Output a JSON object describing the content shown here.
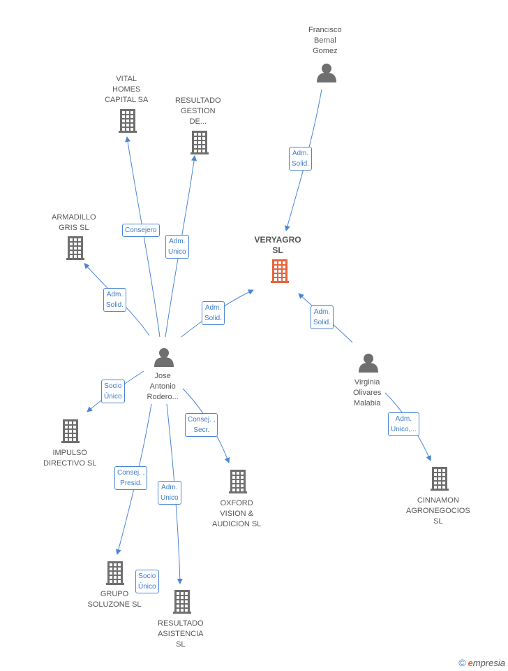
{
  "nodes": {
    "vital": {
      "lines": [
        "VITAL",
        "HOMES",
        "CAPITAL SA"
      ],
      "icon": "building-icon"
    },
    "resgestion": {
      "lines": [
        "RESULTADO",
        "GESTION",
        "DE..."
      ],
      "icon": "building-icon"
    },
    "francisco": {
      "lines": [
        "Francisco",
        "Bernal",
        "Gomez"
      ],
      "icon": "person-icon"
    },
    "armadillo": {
      "lines": [
        "ARMADILLO",
        "GRIS  SL"
      ],
      "icon": "building-icon"
    },
    "veryagro": {
      "lines": [
        "VERYAGRO",
        "SL"
      ],
      "icon": "building-icon"
    },
    "jose": {
      "lines": [
        "Jose",
        "Antonio",
        "Rodero..."
      ],
      "icon": "person-icon"
    },
    "virginia": {
      "lines": [
        "Virginia",
        "Olivares",
        "Malabia"
      ],
      "icon": "person-icon"
    },
    "impulso": {
      "lines": [
        "IMPULSO",
        "DIRECTIVO  SL"
      ],
      "icon": "building-icon"
    },
    "oxford": {
      "lines": [
        "OXFORD",
        "VISION &",
        "AUDICION SL"
      ],
      "icon": "building-icon"
    },
    "cinnamon": {
      "lines": [
        "CINNAMON",
        "AGRONEGOCIOS",
        "SL"
      ],
      "icon": "building-icon"
    },
    "soluzone": {
      "lines": [
        "GRUPO",
        "SOLUZONE  SL"
      ],
      "icon": "building-icon"
    },
    "resasistencia": {
      "lines": [
        "RESULTADO",
        "ASISTENCIA",
        "SL"
      ],
      "icon": "building-icon"
    }
  },
  "edges": {
    "francisco_veryagro": [
      "Adm.",
      "Solid."
    ],
    "jose_vital": [
      "Consejero"
    ],
    "jose_resgestion": [
      "Adm.",
      "Unico"
    ],
    "jose_armadillo": [
      "Adm.",
      "Solid."
    ],
    "jose_veryagro": [
      "Adm.",
      "Solid."
    ],
    "virginia_veryagro": [
      "Adm.",
      "Solid."
    ],
    "jose_impulso": [
      "Socio",
      "Único"
    ],
    "jose_oxford": [
      "Consej. ,",
      "Secr."
    ],
    "virginia_cinnamon": [
      "Adm.",
      "Unico,..."
    ],
    "jose_soluzone": [
      "Consej. ,",
      "Presid."
    ],
    "jose_resasistencia": [
      "Adm.",
      "Unico"
    ],
    "soluzone_resasistencia": [
      "Socio",
      "Único"
    ]
  },
  "colors": {
    "line": "#4a86d4",
    "building": "#6f6f6f",
    "focus_building": "#e8643a",
    "person": "#6f6f6f"
  },
  "footer": {
    "copyright": "©",
    "brand_e": "e",
    "brand_rest": "mpresia"
  }
}
